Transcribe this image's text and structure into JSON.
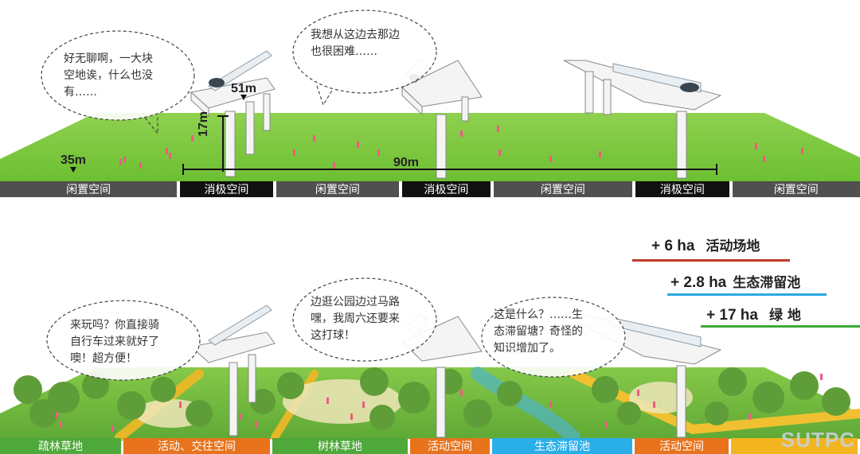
{
  "top": {
    "bubbles": [
      {
        "lines": [
          "好无聊啊，一大块",
          "空地诶，什么也没",
          "有……"
        ]
      },
      {
        "lines": [
          "我想从这边去那边",
          "也很困难……"
        ]
      }
    ],
    "dims": {
      "d51": "51m",
      "d35": "35m",
      "d17": "17m",
      "d90": "90m"
    },
    "segments": [
      {
        "label": "闲置空间",
        "color": "#505050"
      },
      {
        "label": "消极空间",
        "color": "#111111"
      },
      {
        "label": "闲置空间",
        "color": "#505050"
      },
      {
        "label": "消极空间",
        "color": "#111111"
      },
      {
        "label": "闲置空间",
        "color": "#505050"
      },
      {
        "label": "消极空间",
        "color": "#111111"
      },
      {
        "label": "闲置空间",
        "color": "#505050"
      }
    ]
  },
  "bottom": {
    "bubbles": [
      {
        "lines": [
          "来玩吗？你直接骑",
          "自行车过来就好了",
          "噢！超方便！"
        ]
      },
      {
        "lines": [
          "边逛公园边过马路",
          "嘿，我周六还要来",
          "这打球！"
        ]
      },
      {
        "lines": [
          "这是什么？……生",
          "态滞留塘？奇怪的",
          "知识增加了。"
        ]
      }
    ],
    "stats": [
      {
        "value": "+ 6 ha",
        "label": "活动场地",
        "color": "#c0392b"
      },
      {
        "value": "+ 2.8 ha",
        "label": "生态滞留池",
        "color": "#2aa9e0"
      },
      {
        "value": "+ 17 ha",
        "label": "绿 地",
        "color": "#3aaa35"
      }
    ],
    "segments": [
      {
        "label": "疏林草地",
        "color": "#4ea83a"
      },
      {
        "label": "活动、交往空间",
        "color": "#e8731c"
      },
      {
        "label": "树林草地",
        "color": "#4ea83a"
      },
      {
        "label": "活动空间",
        "color": "#e8731c"
      },
      {
        "label": "生态滞留池",
        "color": "#2aaee8"
      },
      {
        "label": "活动空间",
        "color": "#e8731c"
      },
      {
        "label": "",
        "color": "#f2b51f"
      }
    ]
  },
  "watermark": "SUTPC"
}
